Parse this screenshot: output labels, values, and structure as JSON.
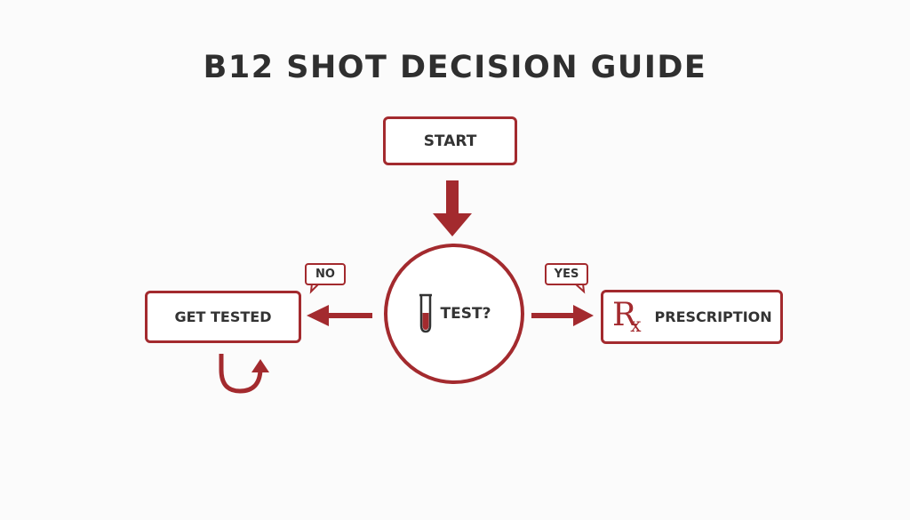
{
  "title": "B12 SHOT DECISION GUIDE",
  "nodes": {
    "start": "START",
    "decision": "TEST?",
    "no_branch": "GET TESTED",
    "yes_branch": "PRESCRIPTION"
  },
  "edge_labels": {
    "no": "NO",
    "yes": "YES"
  },
  "icons": {
    "decision_icon": "test-tube-icon",
    "prescription_icon": "rx-icon",
    "loop_icon": "loop-back-arrow-icon"
  },
  "colors": {
    "accent": "#a32a2e",
    "text": "#333333",
    "background": "#fbfbfb"
  }
}
